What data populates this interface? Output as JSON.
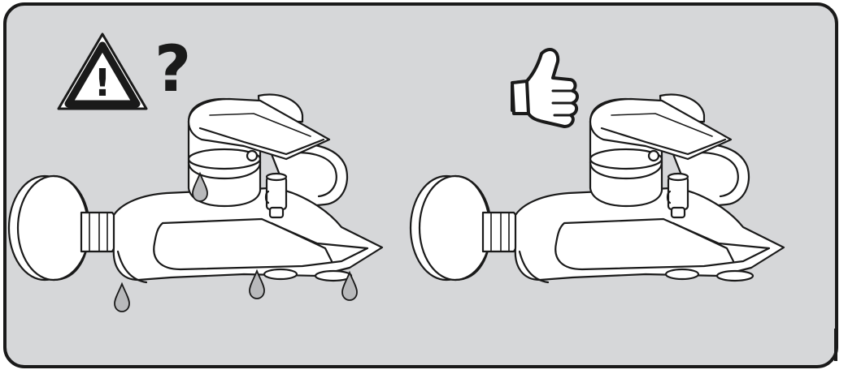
{
  "panel": {
    "background": "#d6d7d9",
    "border": "#1a1a1a",
    "line": "#1a1a1a",
    "white": "#ffffff",
    "drop": "#b8b9bb"
  },
  "warning": {
    "icon": "warning-triangle-icon",
    "glyph": "!",
    "question": "?"
  },
  "approval": {
    "icon": "thumbs-up-icon"
  },
  "faucets": [
    {
      "name": "leaking-faucet",
      "drips": 4
    },
    {
      "name": "working-faucet",
      "drips": 0
    }
  ]
}
